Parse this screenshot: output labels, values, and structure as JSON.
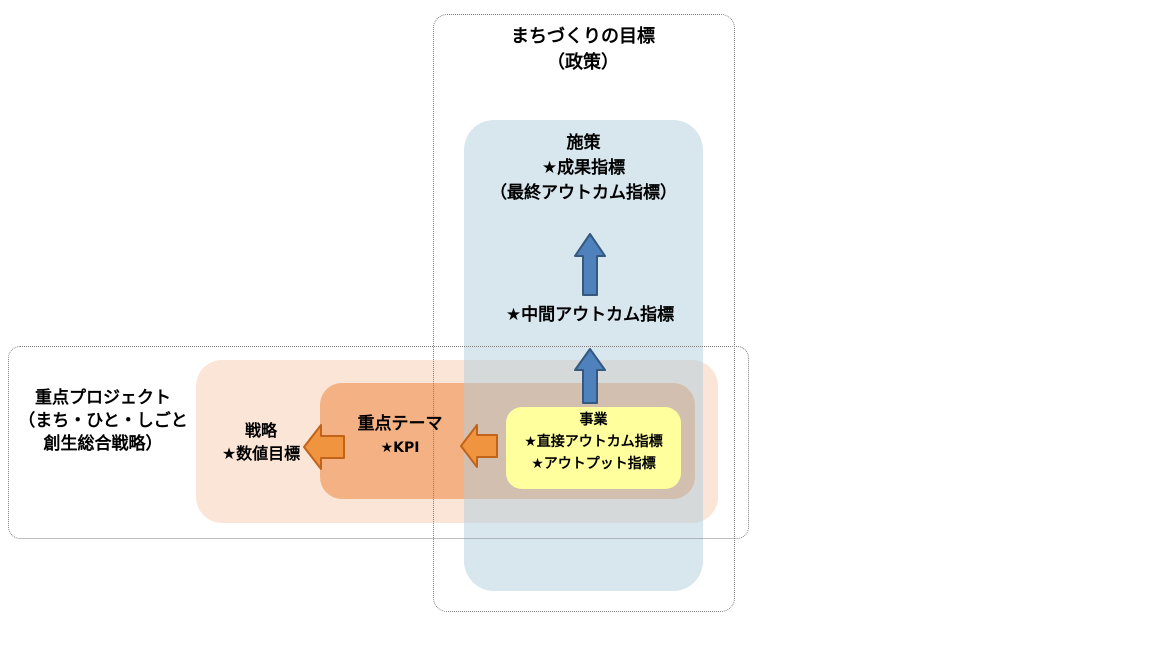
{
  "policy_frame": {
    "title_line1": "まちづくりの目標",
    "title_line2": "（政策）"
  },
  "measure": {
    "title": "施策",
    "indicator1": "★成果指標",
    "indicator2": "（最終アウトカム指標）",
    "intermediate_indicator": "★中間アウトカム指標"
  },
  "project_frame": {
    "label_line1": "重点プロジェクト",
    "label_line2": "（まち・ひと・しごと",
    "label_line3": "創生総合戦略）"
  },
  "strategy": {
    "title": "戦略",
    "indicator": "★数値目標"
  },
  "key_theme": {
    "title": "重点テーマ",
    "indicator": "★KPI"
  },
  "business": {
    "title": "事業",
    "indicator1": "★直接アウトカム指標",
    "indicator2": "★アウトプット指標"
  },
  "colors": {
    "policy_area_fill": "#D9E9F1",
    "project_area_fill": "#FBE5D6",
    "key_theme_fill": "#F4B183",
    "business_fill": "#FFFF9E",
    "up_arrow_fill": "#4F81BD",
    "up_arrow_border": "#35597E",
    "left_arrow_fill": "#F0943F",
    "left_arrow_border": "#C2631A",
    "frame_border": "#7F7F7F"
  }
}
